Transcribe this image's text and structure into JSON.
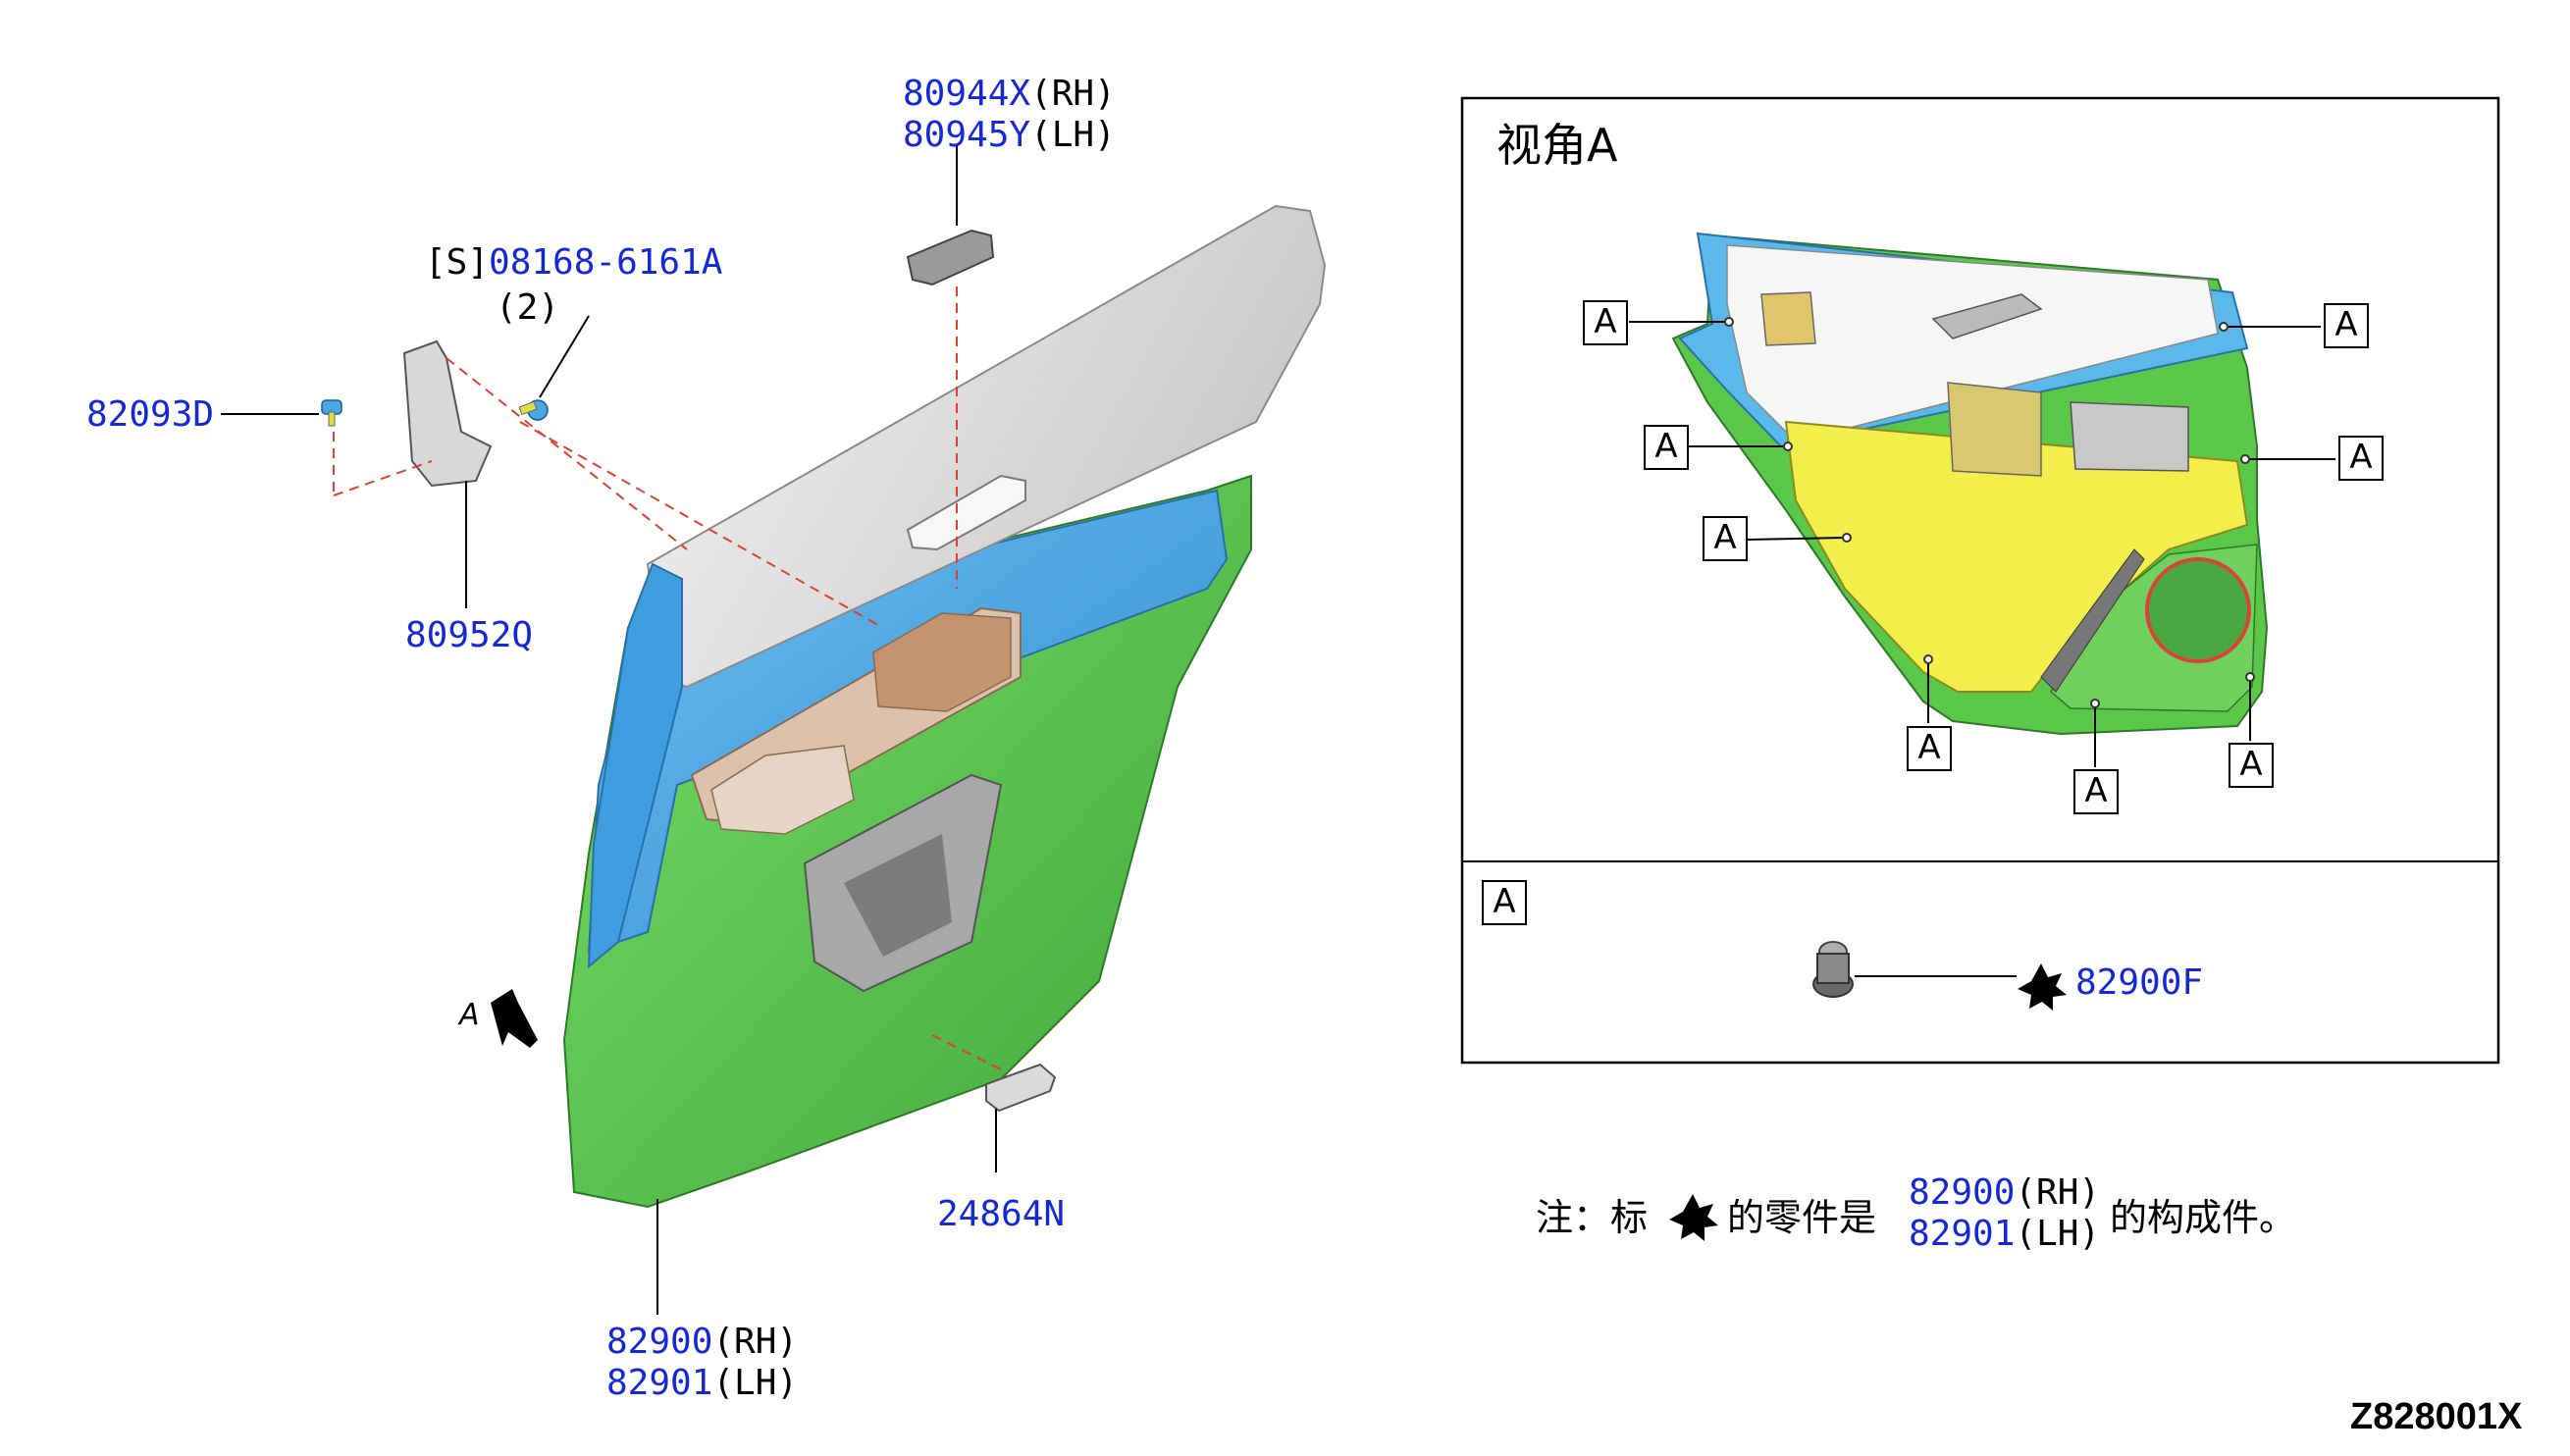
{
  "parts": {
    "visor_rh": "80944X",
    "visor_lh": "80945Y",
    "rh": "(RH)",
    "lh": "(LH)",
    "screw_prefix": "[S]",
    "screw": "08168-6161A",
    "screw_qty": "(2)",
    "clip": "82093D",
    "bracket": "80952Q",
    "trim_rh": "82900",
    "trim_lh": "82901",
    "cover": "24864N"
  },
  "view": {
    "arrow_label": "A",
    "title": "视角A",
    "callout": "A",
    "detail_label": "A",
    "detail_part": "82900F"
  },
  "note": {
    "prefix": "注：标",
    "middle": "的零件是",
    "part_rh": "82900",
    "part_lh": "82901",
    "rh": "(RH)",
    "lh": "(LH)",
    "suffix": "的构成件。"
  },
  "diagram_code": "Z828001X",
  "colors": {
    "part_number": "#1428d8",
    "trim_green": "#5cc84a",
    "trim_blue": "#4aa8e6",
    "trim_white": "#e4e4e4",
    "armrest_tan": "#d8bca6",
    "inner_yellow": "#f2ee4a",
    "speaker_red": "#d84438"
  },
  "icons": [
    "star-icon",
    "view-arrow-icon",
    "clip-icon",
    "screw-icon"
  ]
}
